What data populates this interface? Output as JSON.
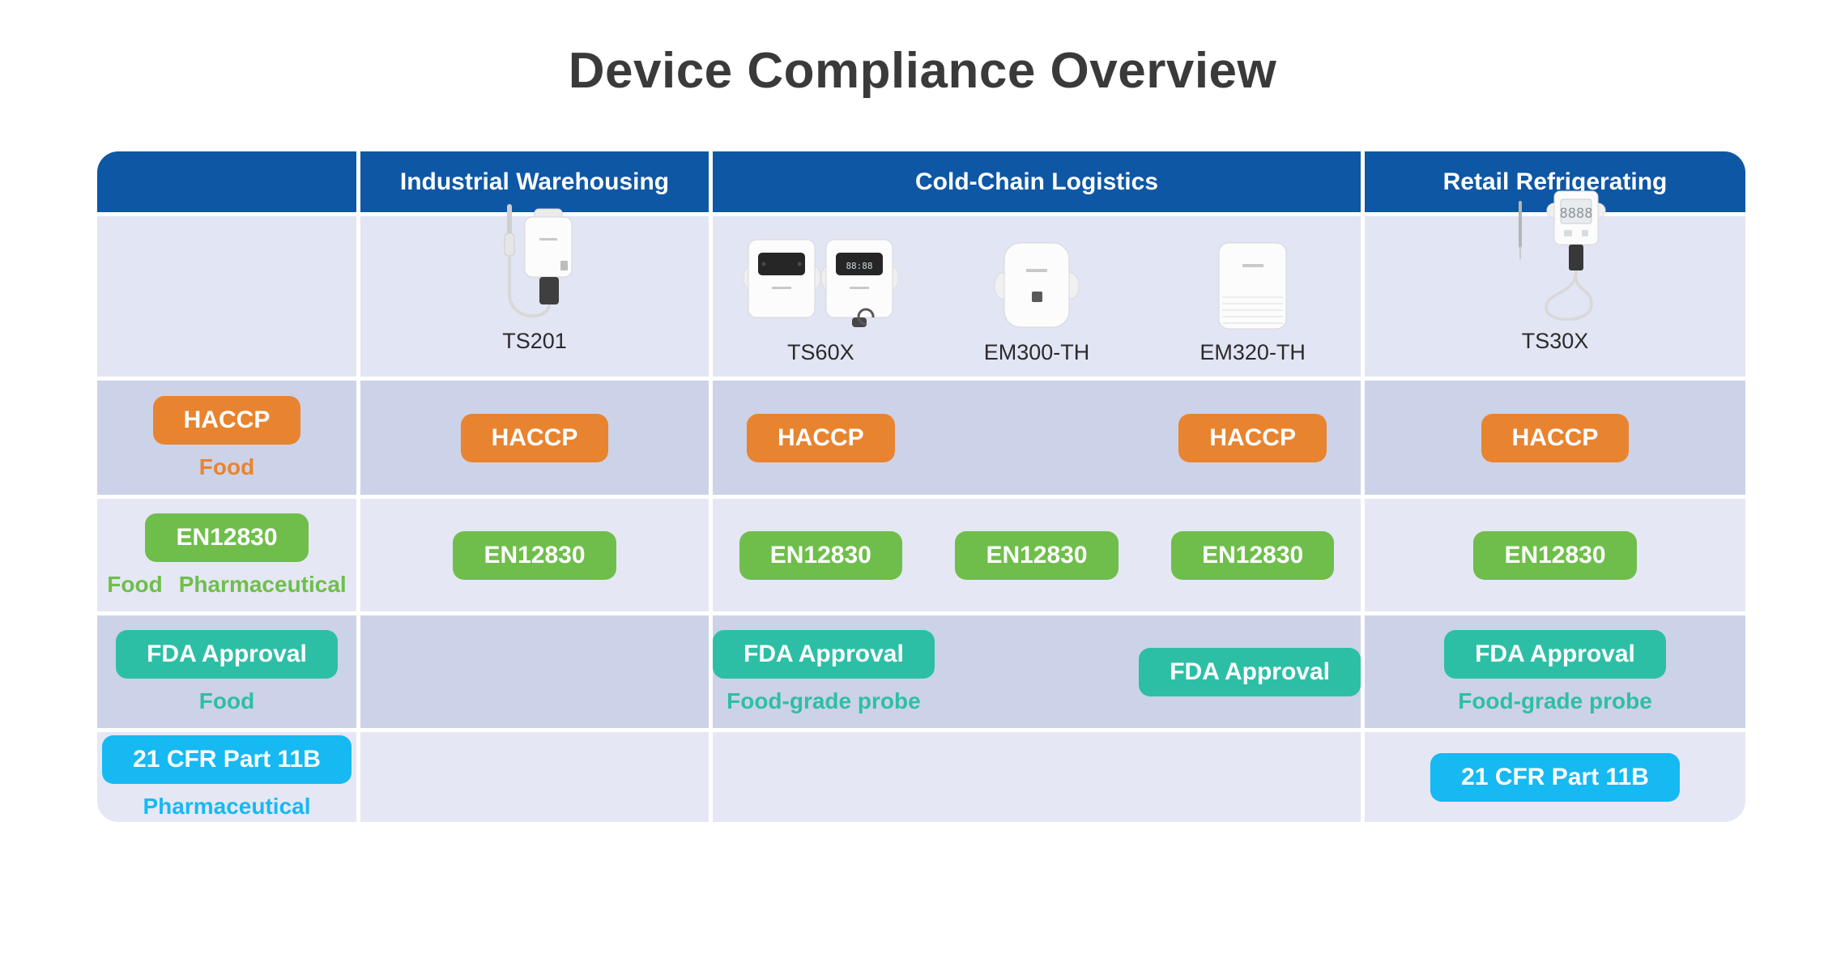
{
  "title": "Device Compliance Overview",
  "table": {
    "headers": [
      "Industrial Warehousing",
      "Cold-Chain Logistics",
      "Retail Refrigerating"
    ],
    "devices": [
      {
        "name": "TS201",
        "group": "Industrial Warehousing"
      },
      {
        "name": "TS60X",
        "group": "Cold-Chain Logistics"
      },
      {
        "name": "EM300-TH",
        "group": "Cold-Chain Logistics"
      },
      {
        "name": "EM320-TH",
        "group": "Cold-Chain Logistics"
      },
      {
        "name": "TS30X",
        "group": "Retail Refrigerating"
      }
    ],
    "rows": [
      {
        "label": "HACCP",
        "sublabel": "Food",
        "color": "#E8842F",
        "applies_to": [
          "TS201",
          "TS60X",
          "EM320-TH",
          "TS30X"
        ]
      },
      {
        "label": "EN12830",
        "sublabels": [
          "Food",
          "Pharmaceutical"
        ],
        "color": "#6FBE4B",
        "applies_to": [
          "TS201",
          "TS60X",
          "EM300-TH",
          "EM320-TH",
          "TS30X"
        ]
      },
      {
        "label": "FDA Approval",
        "sublabel": "Food",
        "device_sublabel": "Food-grade probe",
        "color": "#2DBFA6",
        "applies_to": [
          "TS60X",
          "EM320-TH",
          "TS30X"
        ]
      },
      {
        "label": "21 CFR Part 11B",
        "sublabel": "Pharmaceutical",
        "color": "#16B9F2",
        "applies_to": [
          "TS30X"
        ]
      }
    ]
  },
  "colors": {
    "header_bg": "#0E57A5",
    "row_dark": "#CCD2E8",
    "row_light": "#E5E7F5",
    "device_row_bg": "#E2E5F3",
    "badge_orange": "#E8842F",
    "badge_green": "#6FBE4B",
    "badge_teal": "#2DBFA6",
    "badge_cyan": "#16B9F2",
    "title_text": "#3A3A3A"
  }
}
